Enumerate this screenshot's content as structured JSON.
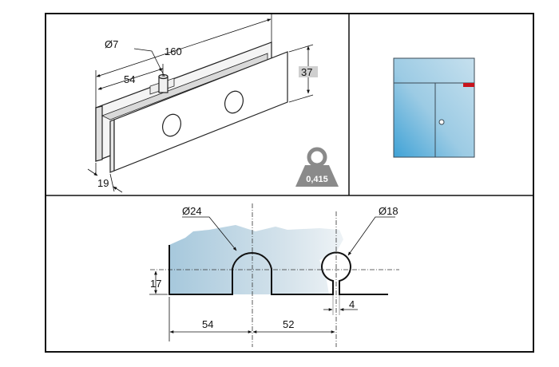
{
  "top_left": {
    "dim_pin_diameter": "Ø7",
    "dim_length": "160",
    "dim_pin_offset": "54",
    "dim_height": "37",
    "dim_thickness": "19",
    "weight_label": "0,415"
  },
  "bottom": {
    "dim_large_hole": "Ø24",
    "dim_small_hole": "Ø18",
    "dim_height": "17",
    "dim_slot_width": "4",
    "dim_offset_1": "54",
    "dim_offset_2": "52"
  },
  "colors": {
    "glass": "#a9cfe4",
    "door_accent": "#c8141c",
    "weight_icon": "#8a8a8a",
    "line": "#111111"
  }
}
